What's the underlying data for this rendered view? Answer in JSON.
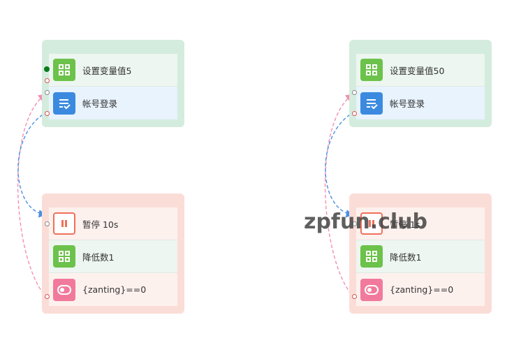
{
  "left": {
    "top_group": {
      "items": [
        {
          "label": "设置变量值5",
          "icon": "grid-icon"
        },
        {
          "label": "帐号登录",
          "icon": "checklist-icon"
        }
      ]
    },
    "bottom_group": {
      "items": [
        {
          "label": "暂停 10s",
          "icon": "pause-icon"
        },
        {
          "label": "降低数1",
          "icon": "grid-icon"
        },
        {
          "label": "{zanting}==0",
          "icon": "toggle-icon"
        }
      ]
    }
  },
  "right": {
    "top_group": {
      "items": [
        {
          "label": "设置变量值50",
          "icon": "grid-icon"
        },
        {
          "label": "帐号登录",
          "icon": "checklist-icon"
        }
      ]
    },
    "bottom_group": {
      "items": [
        {
          "label": "暂停 1s",
          "icon": "pause-icon"
        },
        {
          "label": "降低数1",
          "icon": "grid-icon"
        },
        {
          "label": "{zanting}==0",
          "icon": "toggle-icon"
        }
      ]
    }
  },
  "watermark": "zpfun.club",
  "colors": {
    "green_group": "#d4ecde",
    "red_group": "#fbddd7",
    "link_pink": "#f48fb1",
    "link_blue": "#4a90e2"
  }
}
